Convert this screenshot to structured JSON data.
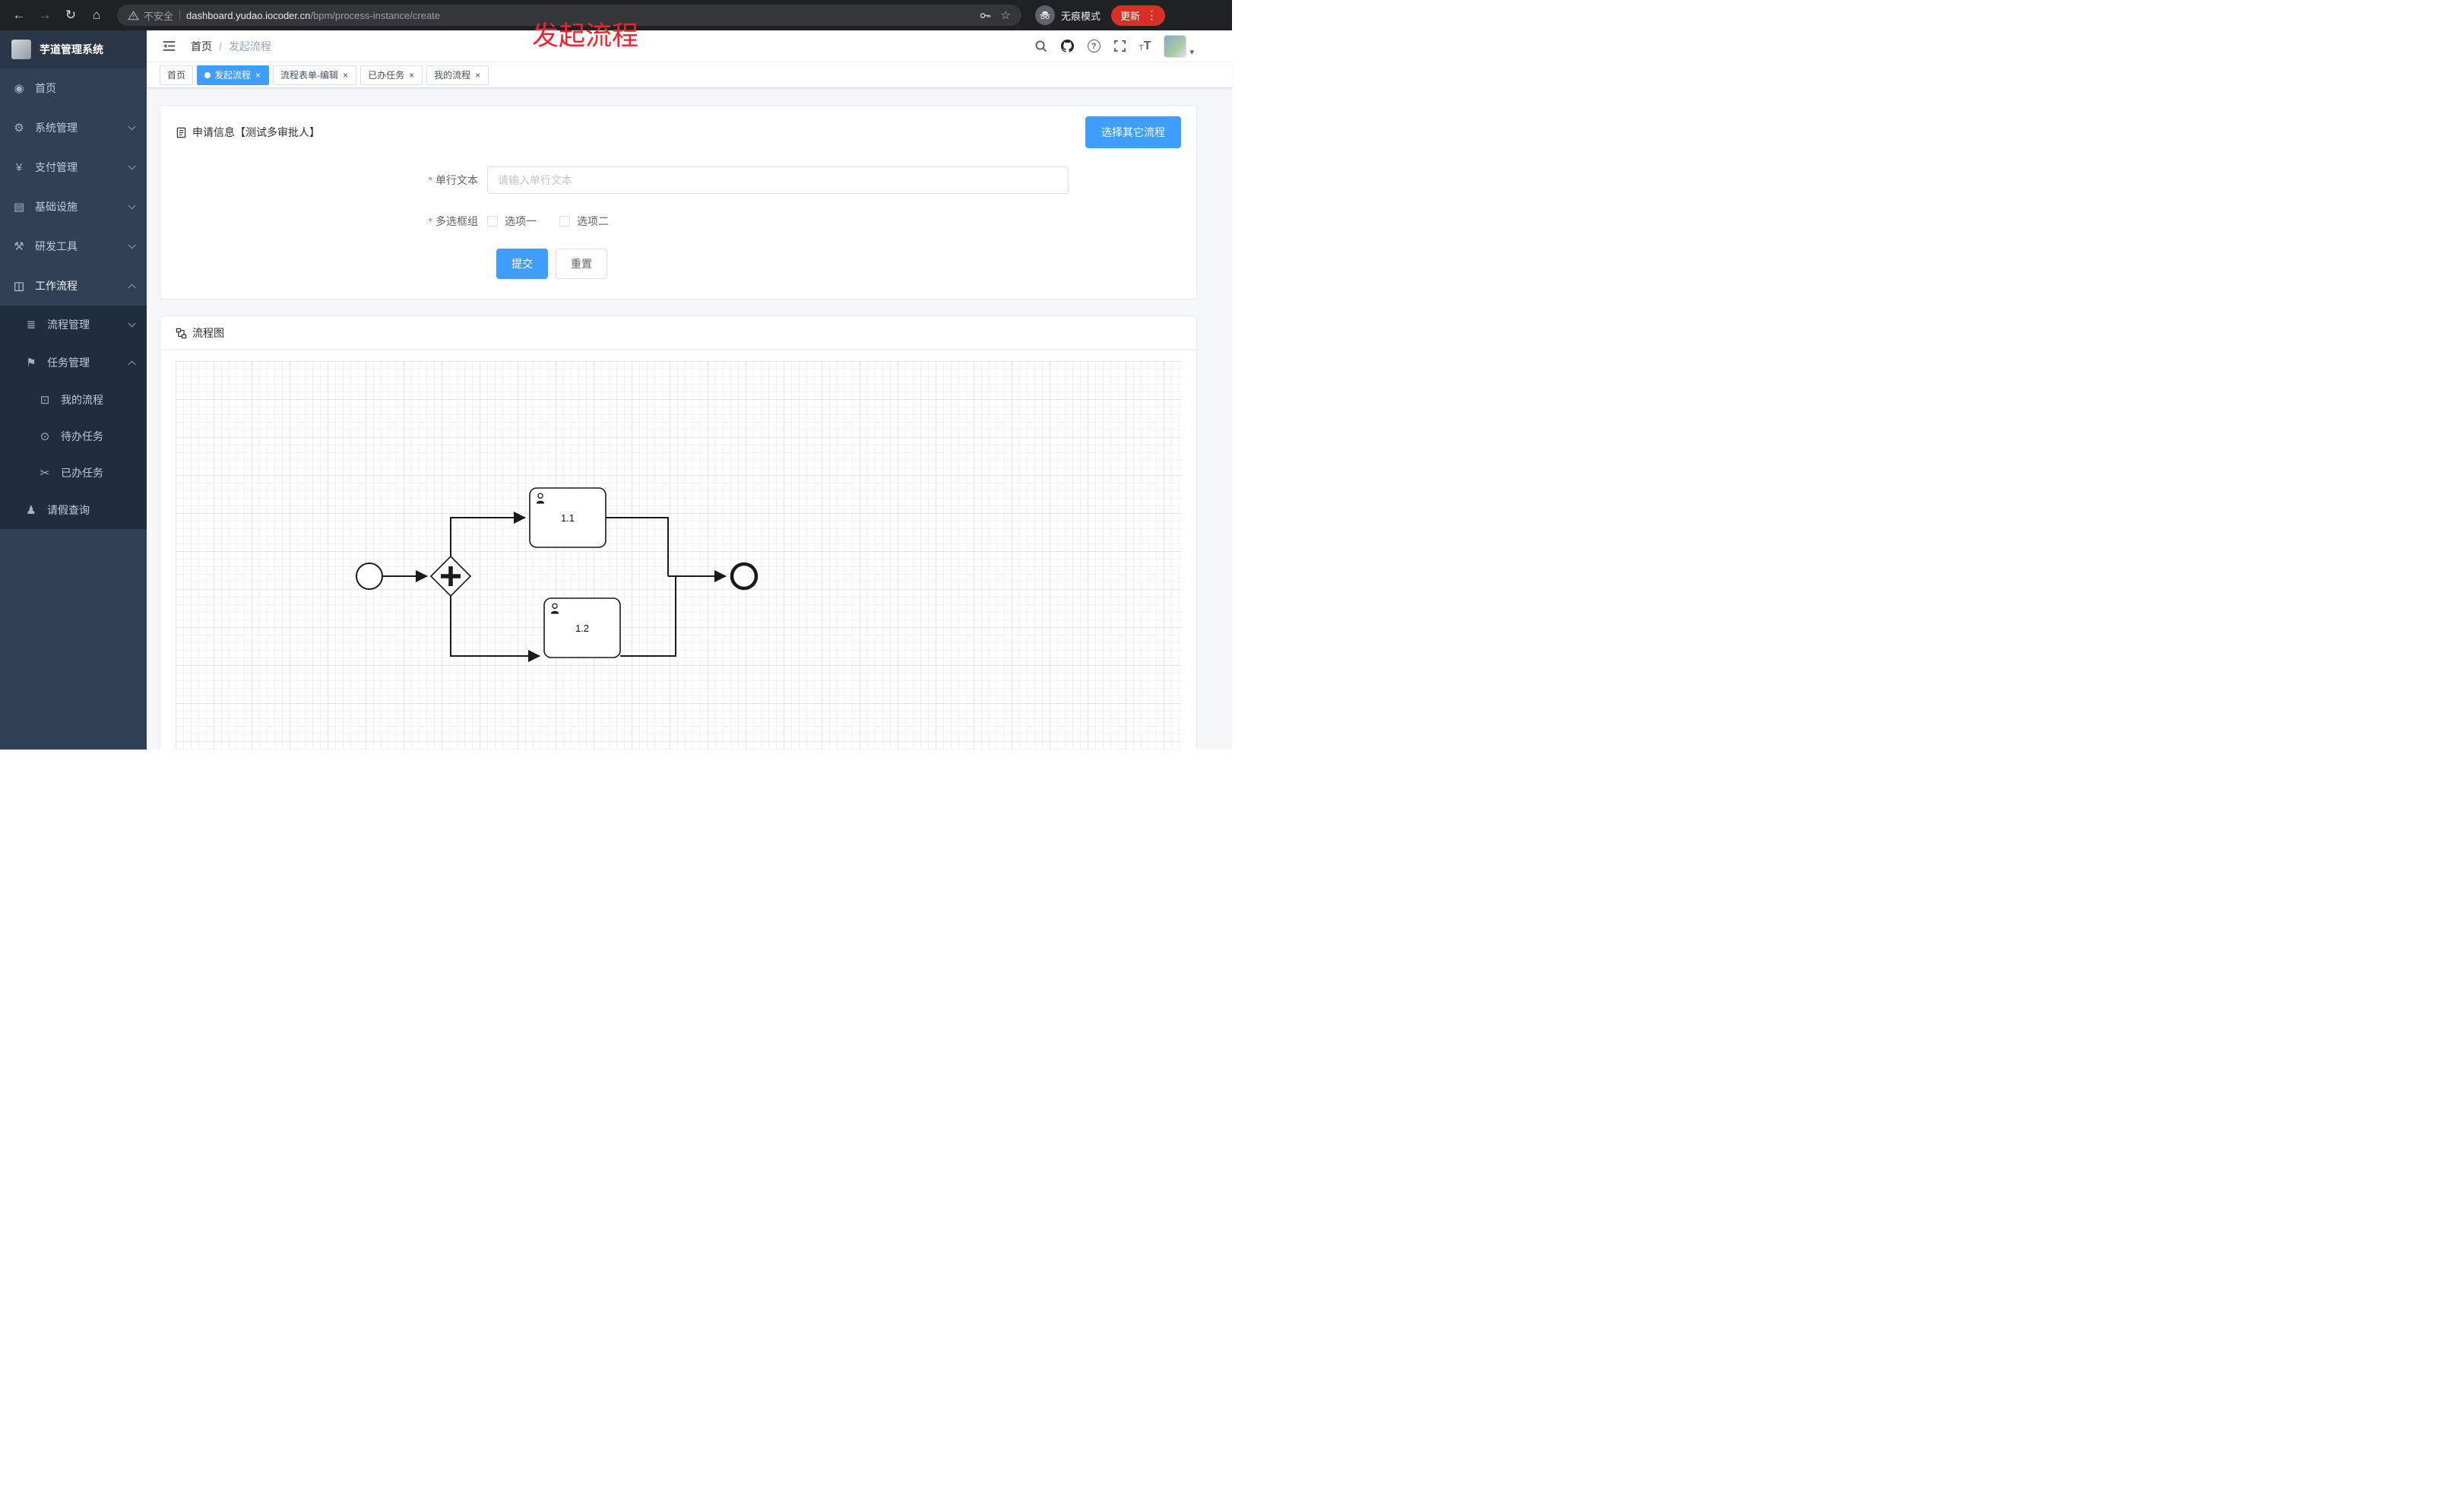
{
  "colors": {
    "primary": "#409eff",
    "sidebar_bg": "#304156",
    "submenu_bg": "#1f2d3d",
    "browser_bar_bg": "#202124",
    "active_tab_bg": "#409eff",
    "annotation_red": "#f5222d",
    "update_pill_red": "#d93025"
  },
  "browser": {
    "back": "←",
    "forward": "→",
    "refresh": "↻",
    "home": "⌂",
    "security_label": "不安全",
    "url_domain": "dashboard.yudao.iocoder.cn",
    "url_path": "/bpm/process-instance/create",
    "star": "☆",
    "incognito_label": "无痕模式",
    "update_label": "更新",
    "kebab": "⋮"
  },
  "sidebar": {
    "logo_title": "芋道管理系统",
    "items": [
      {
        "label": "首页",
        "icon": "◉"
      },
      {
        "label": "系统管理",
        "icon": "⚙"
      },
      {
        "label": "支付管理",
        "icon": "¥"
      },
      {
        "label": "基础设施",
        "icon": "▤"
      },
      {
        "label": "研发工具",
        "icon": "⚒"
      },
      {
        "label": "工作流程",
        "icon": "◫",
        "expanded": true
      }
    ],
    "workflow_children": [
      {
        "label": "流程管理",
        "icon": "≣"
      },
      {
        "label": "任务管理",
        "icon": "⚑",
        "expanded": true
      }
    ],
    "task_children": [
      {
        "label": "我的流程",
        "icon": "⊡"
      },
      {
        "label": "待办任务",
        "icon": "⊙"
      },
      {
        "label": "已办任务",
        "icon": "✂"
      }
    ],
    "leave_item": {
      "label": "请假查询",
      "icon": "♟"
    }
  },
  "header": {
    "breadcrumb_home": "首页",
    "breadcrumb_separator": "/",
    "breadcrumb_current": "发起流程",
    "annotation": "发起流程"
  },
  "icons": {
    "question": "?",
    "fontsize_small": "T",
    "fontsize_big": "T",
    "avatar_caret": "▾",
    "tab_close": "×"
  },
  "tabs": [
    {
      "label": "首页",
      "active": false,
      "closable": false
    },
    {
      "label": "发起流程",
      "active": true,
      "closable": true
    },
    {
      "label": "流程表单-编辑",
      "active": false,
      "closable": true
    },
    {
      "label": "已办任务",
      "active": false,
      "closable": true
    },
    {
      "label": "我的流程",
      "active": false,
      "closable": true
    }
  ],
  "form_card": {
    "title": "申请信息【测试多审批人】",
    "choose_other_button": "选择其它流程",
    "required_marker": "*",
    "single_text_label": "单行文本",
    "single_text_placeholder": "请输入单行文本",
    "single_text_value": "",
    "checkbox_group_label": "多选框组",
    "checkbox_options": [
      {
        "label": "选项一",
        "checked": false
      },
      {
        "label": "选项二",
        "checked": false
      }
    ],
    "submit_label": "提交",
    "reset_label": "重置"
  },
  "diagram_card": {
    "title": "流程图",
    "diagram_type": "bpmn",
    "task1_label": "1.1",
    "task2_label": "1.2"
  }
}
